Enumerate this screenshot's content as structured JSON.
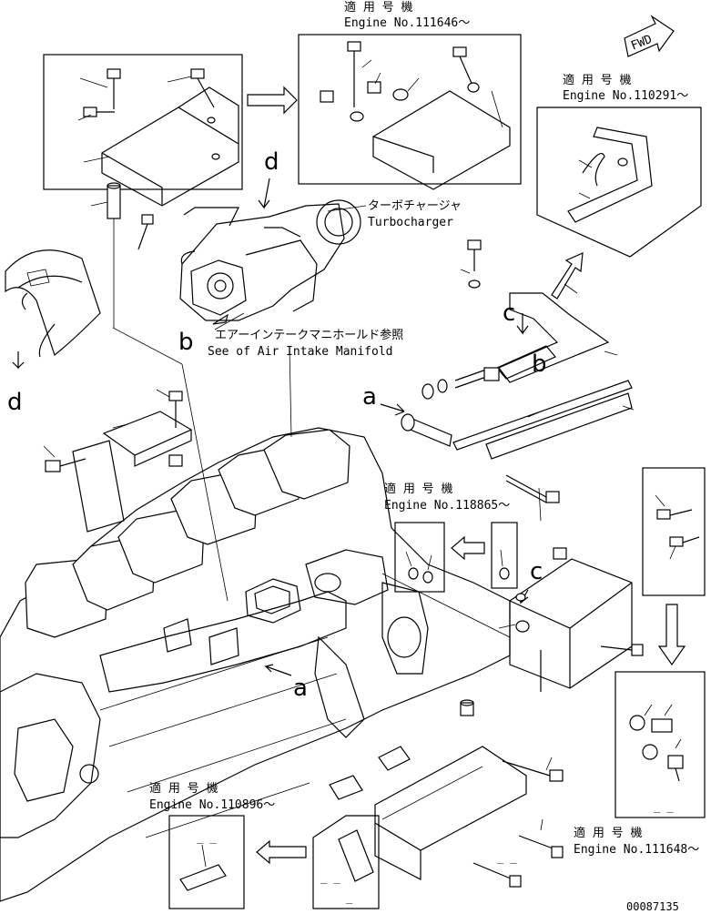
{
  "applicability": {
    "top": {
      "title": "適 用 号 機",
      "engine": "Engine No.111646〜"
    },
    "top_right": {
      "title": "適 用 号 機",
      "engine": "Engine No.110291〜"
    },
    "middle": {
      "title": "適 用 号 機",
      "engine": "Engine No.118865〜"
    },
    "bottom_left": {
      "title": "適 用 号 機",
      "engine": "Engine No.110896〜"
    },
    "bottom_right": {
      "title": "適 用 号 機",
      "engine": "Engine No.111648〜"
    }
  },
  "callouts": {
    "turbocharger_jp": "ターボチャージャ",
    "turbocharger_en": "Turbocharger",
    "intake_jp": "エアーインテークマニホールド参照",
    "intake_en": "See of Air Intake Manifold"
  },
  "refs": {
    "a": "a",
    "b": "b",
    "c": "c",
    "d": "d"
  },
  "direction": "FWD",
  "drawing_number": "00087135"
}
